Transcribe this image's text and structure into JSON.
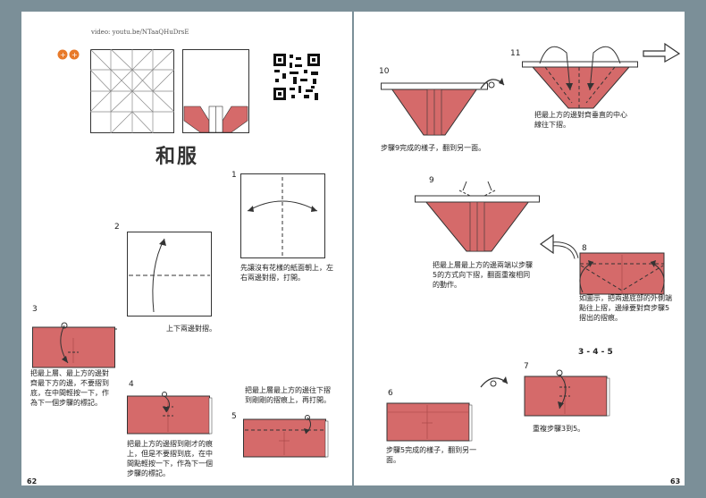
{
  "video_label": "video: youtu.be/NTaaQHuDrsE",
  "title": "和服",
  "page_left": "62",
  "page_right": "63",
  "colors": {
    "paper_red": "#d56a6a",
    "border": "#7b8f98",
    "dark_stripe": "#b24c4c"
  },
  "steps": {
    "s1": {
      "num": "1",
      "text": "先讓沒有花樣的紙面朝上，左右兩邊對摺，打開。"
    },
    "s2": {
      "num": "2",
      "text": "上下兩邊對摺。"
    },
    "s3": {
      "num": "3",
      "text": "把最上層、最上方的邊對齊最下方的邊，不要摺到底，在中間輕按一下，作為下一個步驟的標記。"
    },
    "s4": {
      "num": "4",
      "text": "把最上方的邊摺到剛才的痕上，但是不要摺到底，在中間點輕按一下，作為下一個步驟的標記。"
    },
    "s5": {
      "num": "5",
      "text": "把最上層最上方的邊往下摺到剛剛的摺痕上，再打開。"
    },
    "s6": {
      "num": "6",
      "text": "步驟5完成的樣子，翻到另一面。"
    },
    "s7": {
      "num": "7",
      "text": "重複步驟3到5。",
      "label": "3 - 4 - 5"
    },
    "s8": {
      "num": "8",
      "text": "如圖示，把兩邊底部的外側端點往上摺，邊緣要對齊步驟5摺出的摺痕。"
    },
    "s9": {
      "num": "9",
      "text": "把最上層最上方的邊兩端以步驟5的方式向下摺，翻面重複相同的動作。"
    },
    "s10": {
      "num": "10",
      "text": "步驟9完成的樣子，翻到另一面。"
    },
    "s11": {
      "num": "11",
      "text": "把最上方的邊對齊垂直的中心線往下摺。"
    }
  }
}
